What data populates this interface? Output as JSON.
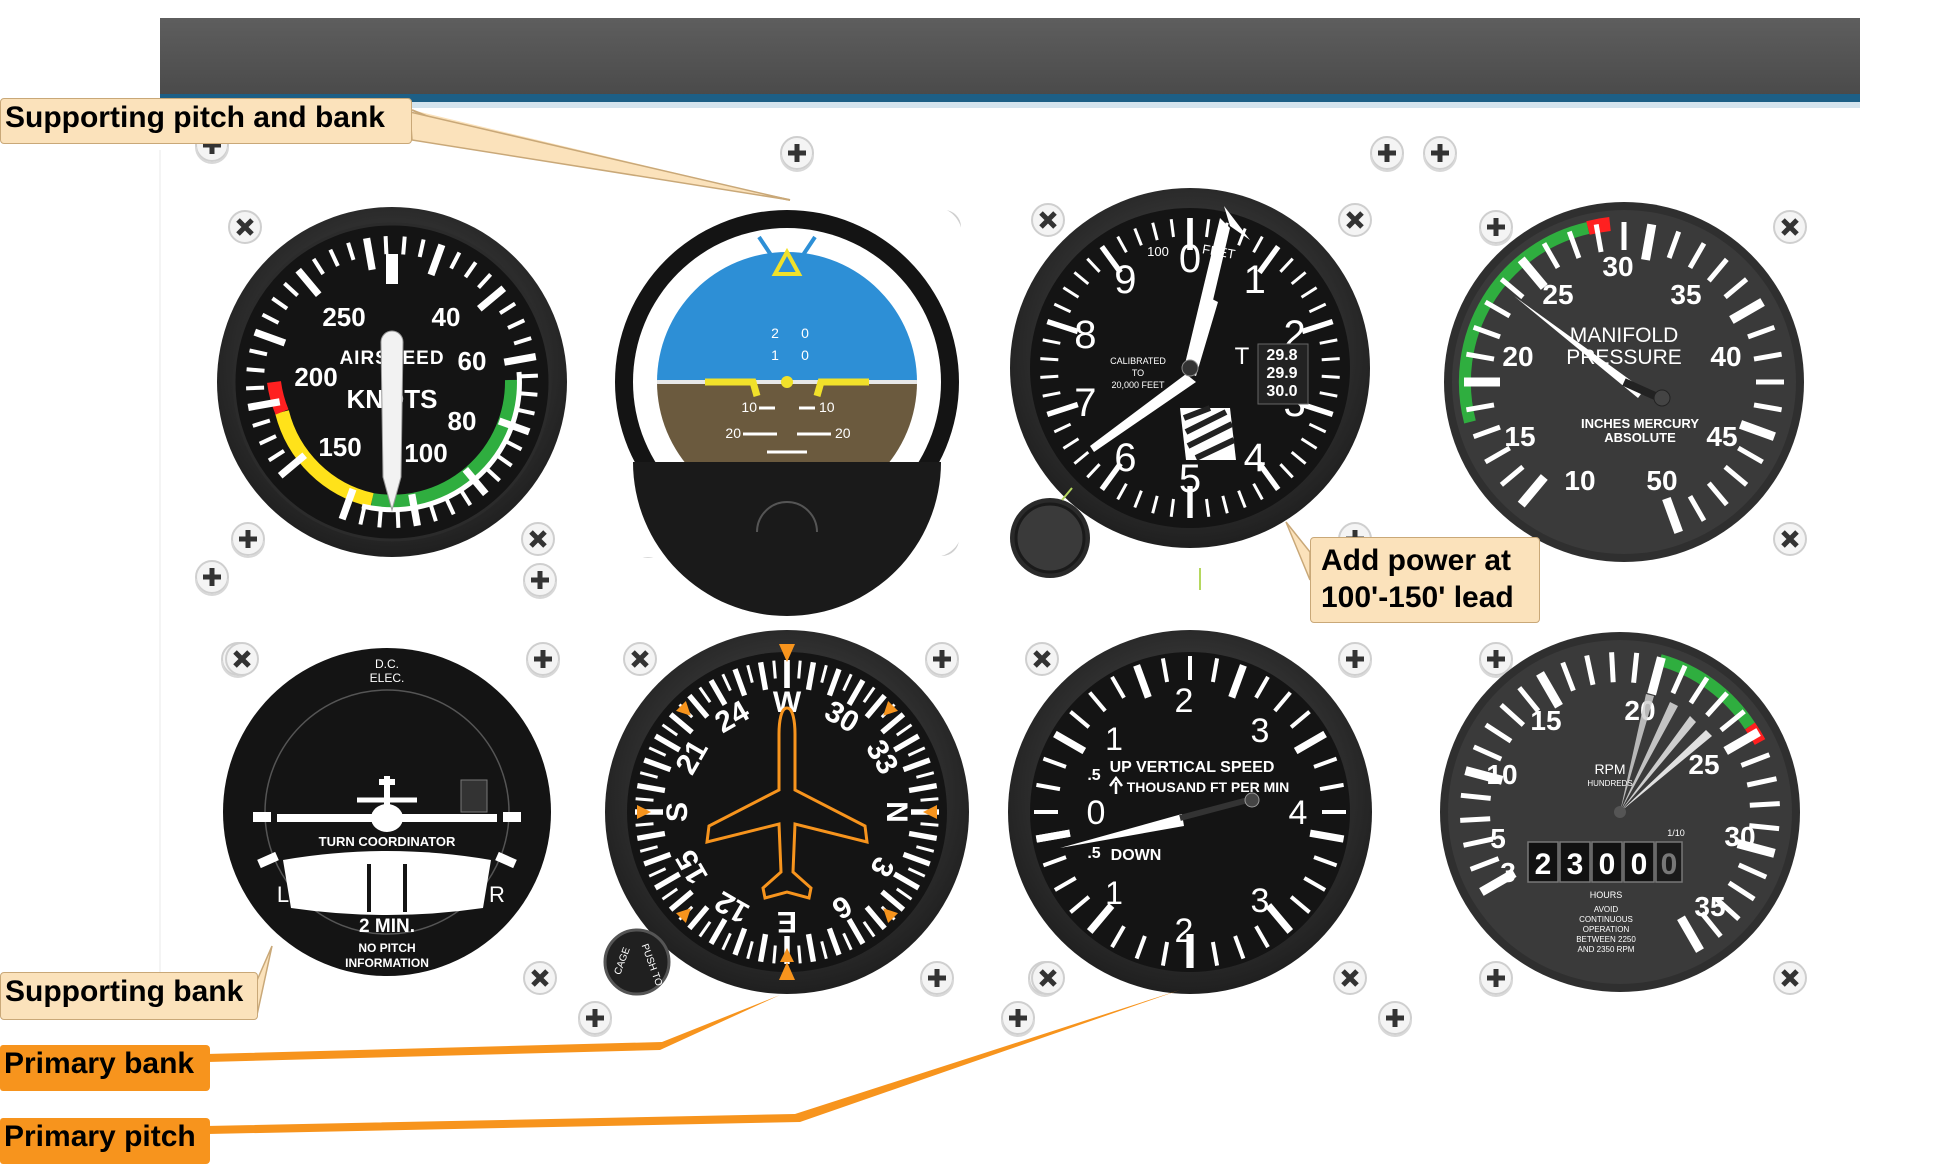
{
  "callouts": {
    "supporting_pitch_bank": "Supporting pitch and bank",
    "supporting_bank": "Supporting bank",
    "primary_bank": "Primary bank",
    "primary_pitch": "Primary pitch",
    "add_power": "Add power at 100'-150' lead"
  },
  "airspeed": {
    "line1": "AIRSPEED",
    "line2": "KNOTS",
    "scale": [
      "250",
      "40",
      "60",
      "200",
      "80",
      "150",
      "100"
    ]
  },
  "attitude": {
    "scale_top": [
      "2",
      "0",
      "1",
      "0"
    ],
    "scale_bottom": [
      "10",
      "10",
      "20",
      "20"
    ]
  },
  "altimeter": {
    "numbers": [
      "0",
      "1",
      "2",
      "3",
      "4",
      "5",
      "6",
      "7",
      "8",
      "9"
    ],
    "feet": "FEET",
    "hundred": "100",
    "calibrated": [
      "CALIBRATED",
      "TO",
      "20,000 FEET"
    ],
    "kollsman": [
      "29.8",
      "29.9",
      "30.0"
    ],
    "t_mark": "T"
  },
  "manifold": {
    "title1": "MANIFOLD",
    "title2": "PRESSURE",
    "sub1": "INCHES MERCURY",
    "sub2": "ABSOLUTE",
    "scale": [
      "30",
      "35",
      "25",
      "20",
      "40",
      "15",
      "45",
      "10",
      "50"
    ]
  },
  "turn_coordinator": {
    "top1": "D.C.",
    "top2": "ELEC.",
    "title": "TURN COORDINATOR",
    "left": "L",
    "right": "R",
    "time": "2 MIN.",
    "note1": "NO PITCH",
    "note2": "INFORMATION"
  },
  "heading": {
    "cardinals": [
      "N",
      "E",
      "S",
      "W"
    ],
    "numbers": [
      "3",
      "6",
      "12",
      "15",
      "21",
      "24",
      "30",
      "33"
    ],
    "knob1": "CAGE",
    "knob2": "PUSH TO"
  },
  "vsi": {
    "up_line1": "UP VERTICAL SPEED",
    "up_line2": "THOUSAND FT PER MIN",
    "down": "DOWN",
    "half_up": ".5",
    "half_down": ".5",
    "scale": [
      "1",
      "2",
      "3",
      "4",
      "0",
      "1",
      "2",
      "3"
    ]
  },
  "tach": {
    "scale": [
      "15",
      "20",
      "10",
      "25",
      "5",
      "30",
      "3",
      "35"
    ],
    "rpm": "RPM",
    "hundreds": "HUNDREDS",
    "hobbs_digits": [
      "2",
      "3",
      "0",
      "0",
      "0"
    ],
    "tenths": "1/10",
    "hours": "HOURS",
    "avoid": [
      "AVOID",
      "CONTINUOUS",
      "OPERATION",
      "BETWEEN 2250",
      "AND 2350 RPM"
    ]
  }
}
